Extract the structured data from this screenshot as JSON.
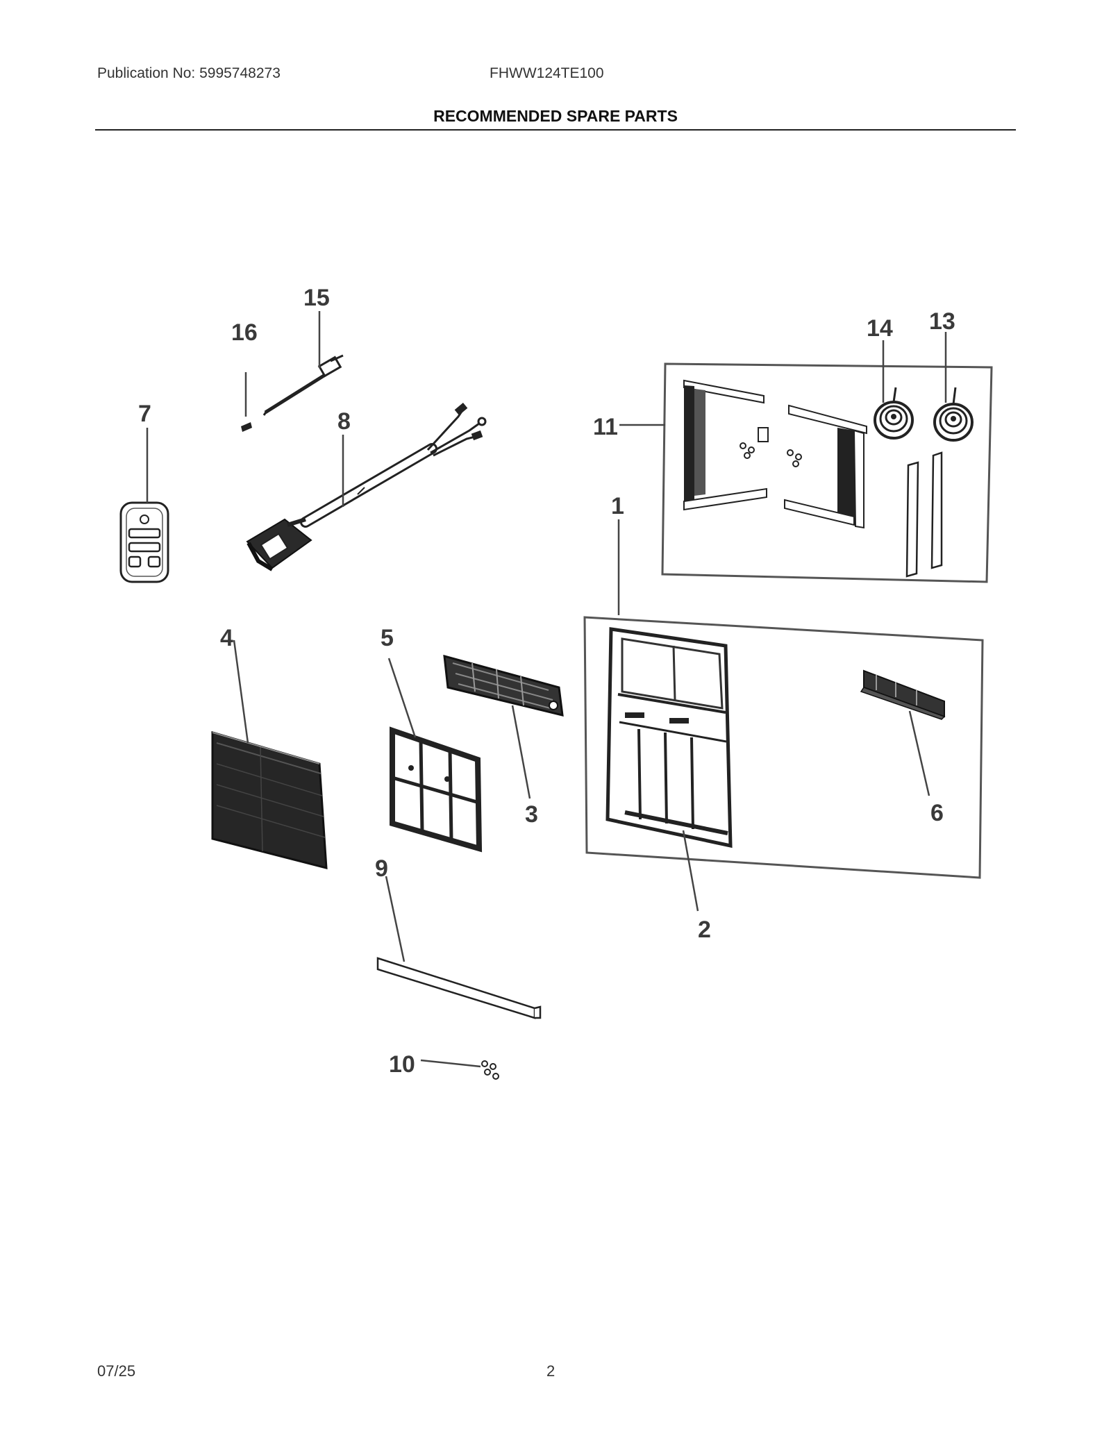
{
  "header": {
    "publication": "Publication No: 5995748273",
    "model": "FHWW124TE100",
    "title": "RECOMMENDED SPARE PARTS"
  },
  "footer": {
    "date": "07/25",
    "page": "2"
  },
  "callouts": {
    "c1": "1",
    "c2": "2",
    "c3": "3",
    "c4": "4",
    "c5": "5",
    "c6": "6",
    "c7": "7",
    "c8": "8",
    "c9": "9",
    "c10": "10",
    "c11": "11",
    "c13": "13",
    "c14": "14",
    "c15": "15",
    "c16": "16"
  }
}
